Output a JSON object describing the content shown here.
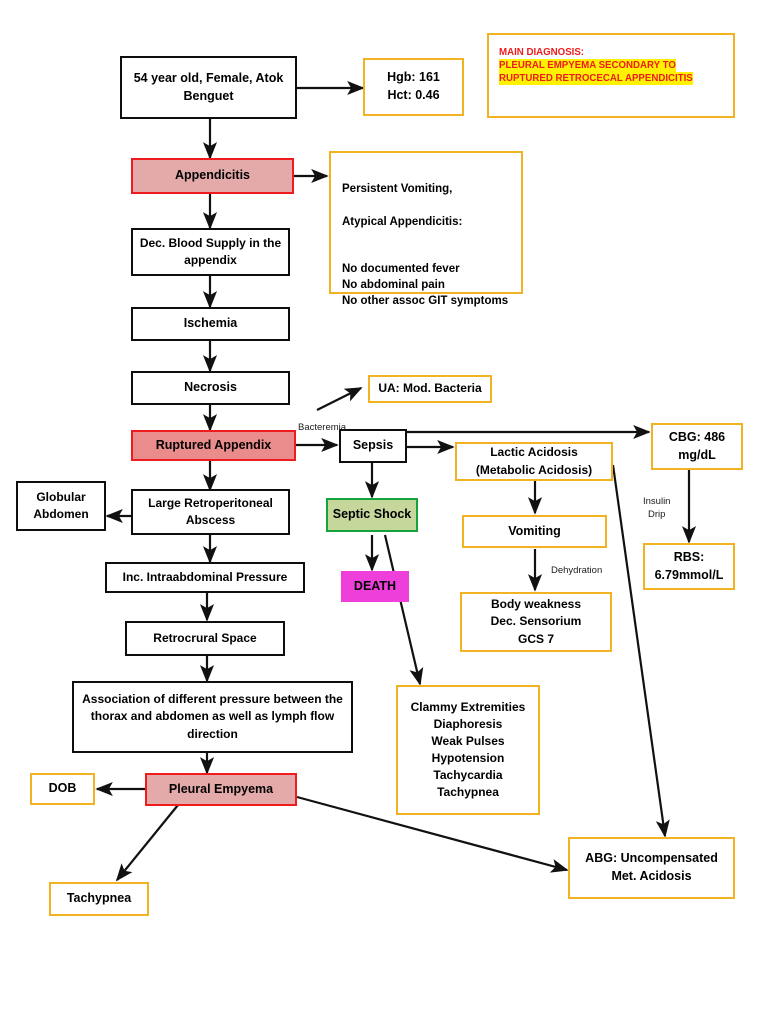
{
  "diagram": {
    "title": "Pathophysiology flowchart: Pleural Empyema secondary to Ruptured Retrocecal Appendicitis",
    "colors": {
      "black_border": "#0e0e0e",
      "gold_border": "#f2b322",
      "red_border": "#ee1c1c",
      "green_border": "#17a33b",
      "pink_fill": "#e4a9a9",
      "pink_fill_strong": "#ea8c8c",
      "green_fill": "#c6d79b",
      "magenta_fill": "#ef3fdb",
      "highlight_yellow": "#fff200",
      "diagnosis_text": "#ee1c1c"
    },
    "main_diagnosis": {
      "heading": "MAIN DIAGNOSIS:",
      "line1": "PLEURAL EMPYEMA SECONDARY TO",
      "line2": "RUPTURED RETROCECAL APPENDICITIS"
    },
    "nodes": {
      "patient": "54 year old, Female, Atok\nBenguet",
      "labs_cbc": "Hgb: 161\nHct: 0.46",
      "appendicitis": "Appendicitis",
      "symptoms": "Persistent Vomiting,\n\nAtypical Appendicitis:",
      "symptoms_list": "No documented fever\nNo abdominal pain\nNo other assoc GIT symptoms",
      "dec_blood_supply": "Dec. Blood Supply in the\nappendix",
      "ischemia": "Ischemia",
      "necrosis": "Necrosis",
      "ua": "UA: Mod. Bacteria",
      "ruptured_appendix": "Ruptured Appendix",
      "sepsis": "Sepsis",
      "lactic_acidosis": "Lactic Acidosis\n(Metabolic Acidosis)",
      "cbg": "CBG: 486\nmg/dL",
      "septic_shock": "Septic Shock",
      "vomiting": "Vomiting",
      "rbs": "RBS:\n6.79mmol/L",
      "death": "DEATH",
      "globular_abdomen": "Globular\nAbdomen",
      "large_abscess": "Large Retroperitoneal\nAbscess",
      "body_weakness": "Body weakness\nDec. Sensorium\nGCS 7",
      "inc_pressure": "Inc. Intraabdominal Pressure",
      "retrocrural": "Retrocrural Space",
      "association": "Association of different pressure between the\nthorax and abdomen as well as lymph flow\ndirection",
      "shock_signs": "Clammy Extremities\nDiaphoresis\nWeak Pulses\nHypotension\nTachycardia\nTachypnea",
      "dob": "DOB",
      "pleural_empyema": "Pleural Empyema",
      "tachypnea": "Tachypnea",
      "abg": "ABG: Uncompensated\nMet. Acidosis"
    },
    "edge_labels": {
      "bacteremia": "Bacteremia",
      "insulin_drip": "Insulin\nDrip",
      "dehydration": "Dehydration"
    }
  }
}
